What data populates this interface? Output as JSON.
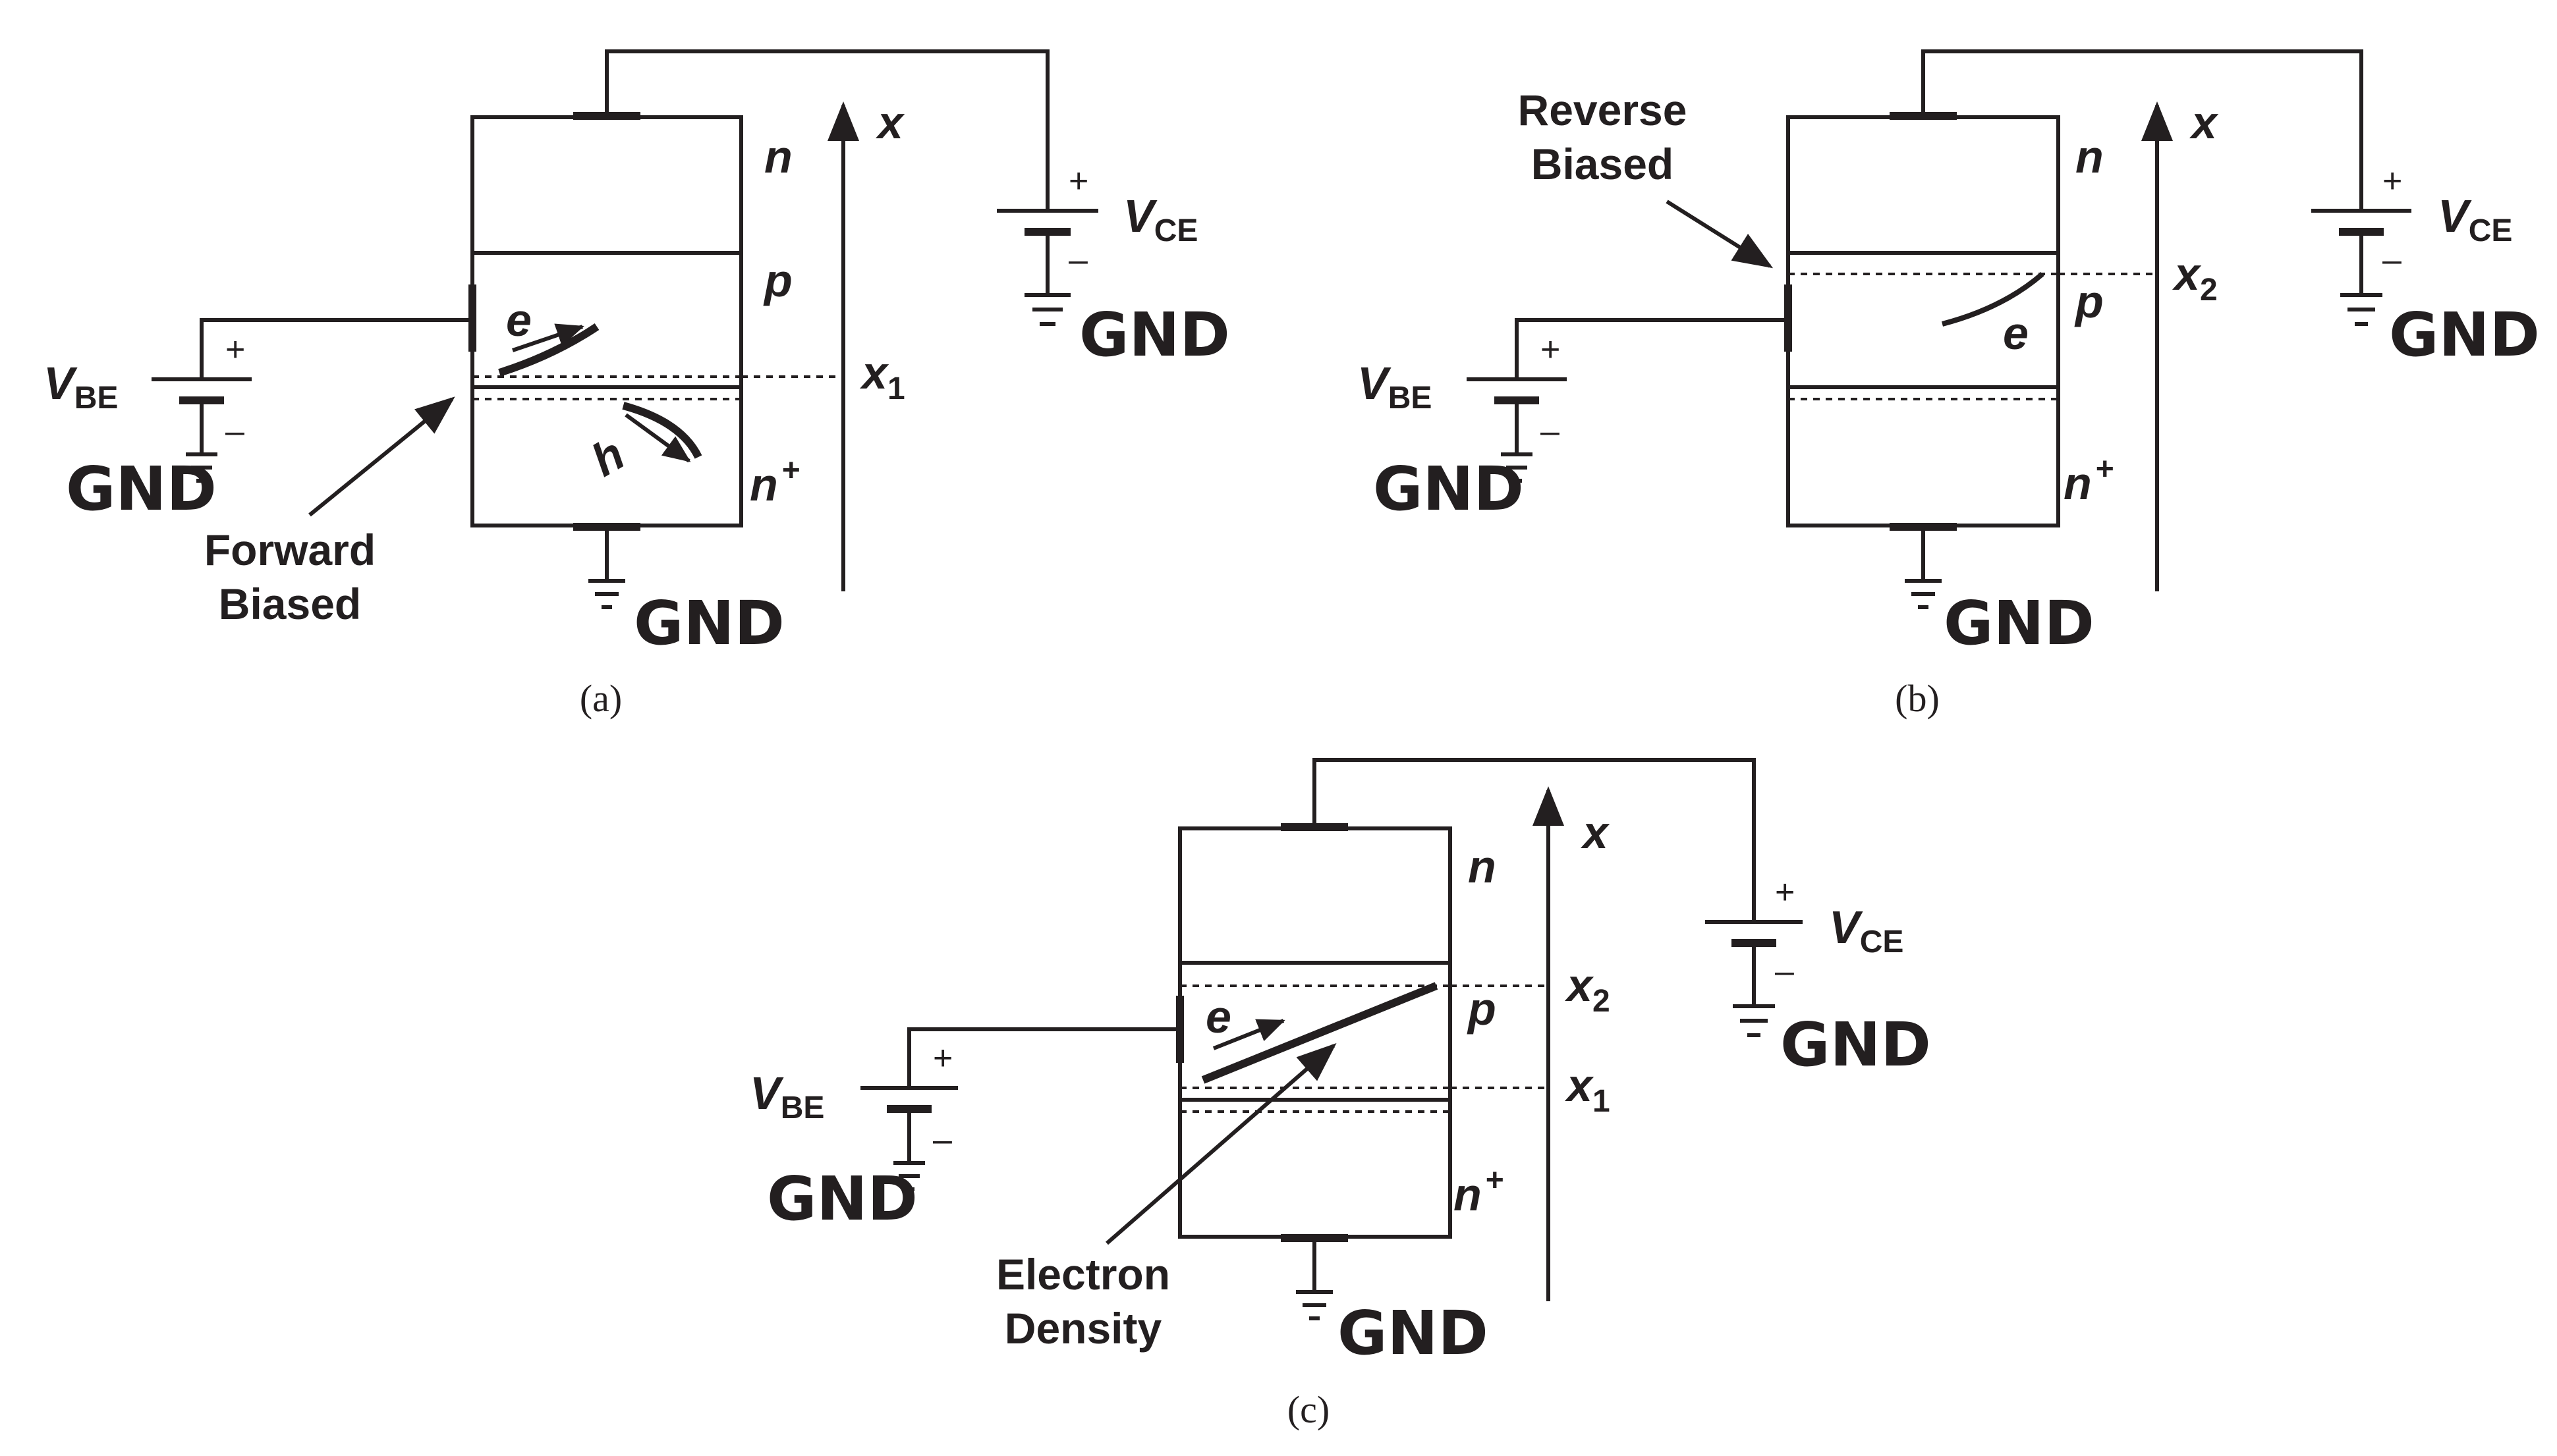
{
  "labels": {
    "n": "n",
    "p": "p",
    "n_plus": "n",
    "plus_sup": "+",
    "x": "x",
    "x_sym": "x",
    "sub_1": "1",
    "sub_2": "2",
    "V": "V",
    "CE": "CE",
    "BE": "BE",
    "plus": "+",
    "minus": "–",
    "gnd": "GND",
    "e": "e",
    "h": "h"
  },
  "panels": {
    "a": {
      "caption": "(a)",
      "annotation_line1": "Forward",
      "annotation_line2": "Biased"
    },
    "b": {
      "caption": "(b)",
      "annotation_line1": "Reverse",
      "annotation_line2": "Biased"
    },
    "c": {
      "caption": "(c)",
      "annotation_line1": "Electron",
      "annotation_line2": "Density"
    }
  }
}
